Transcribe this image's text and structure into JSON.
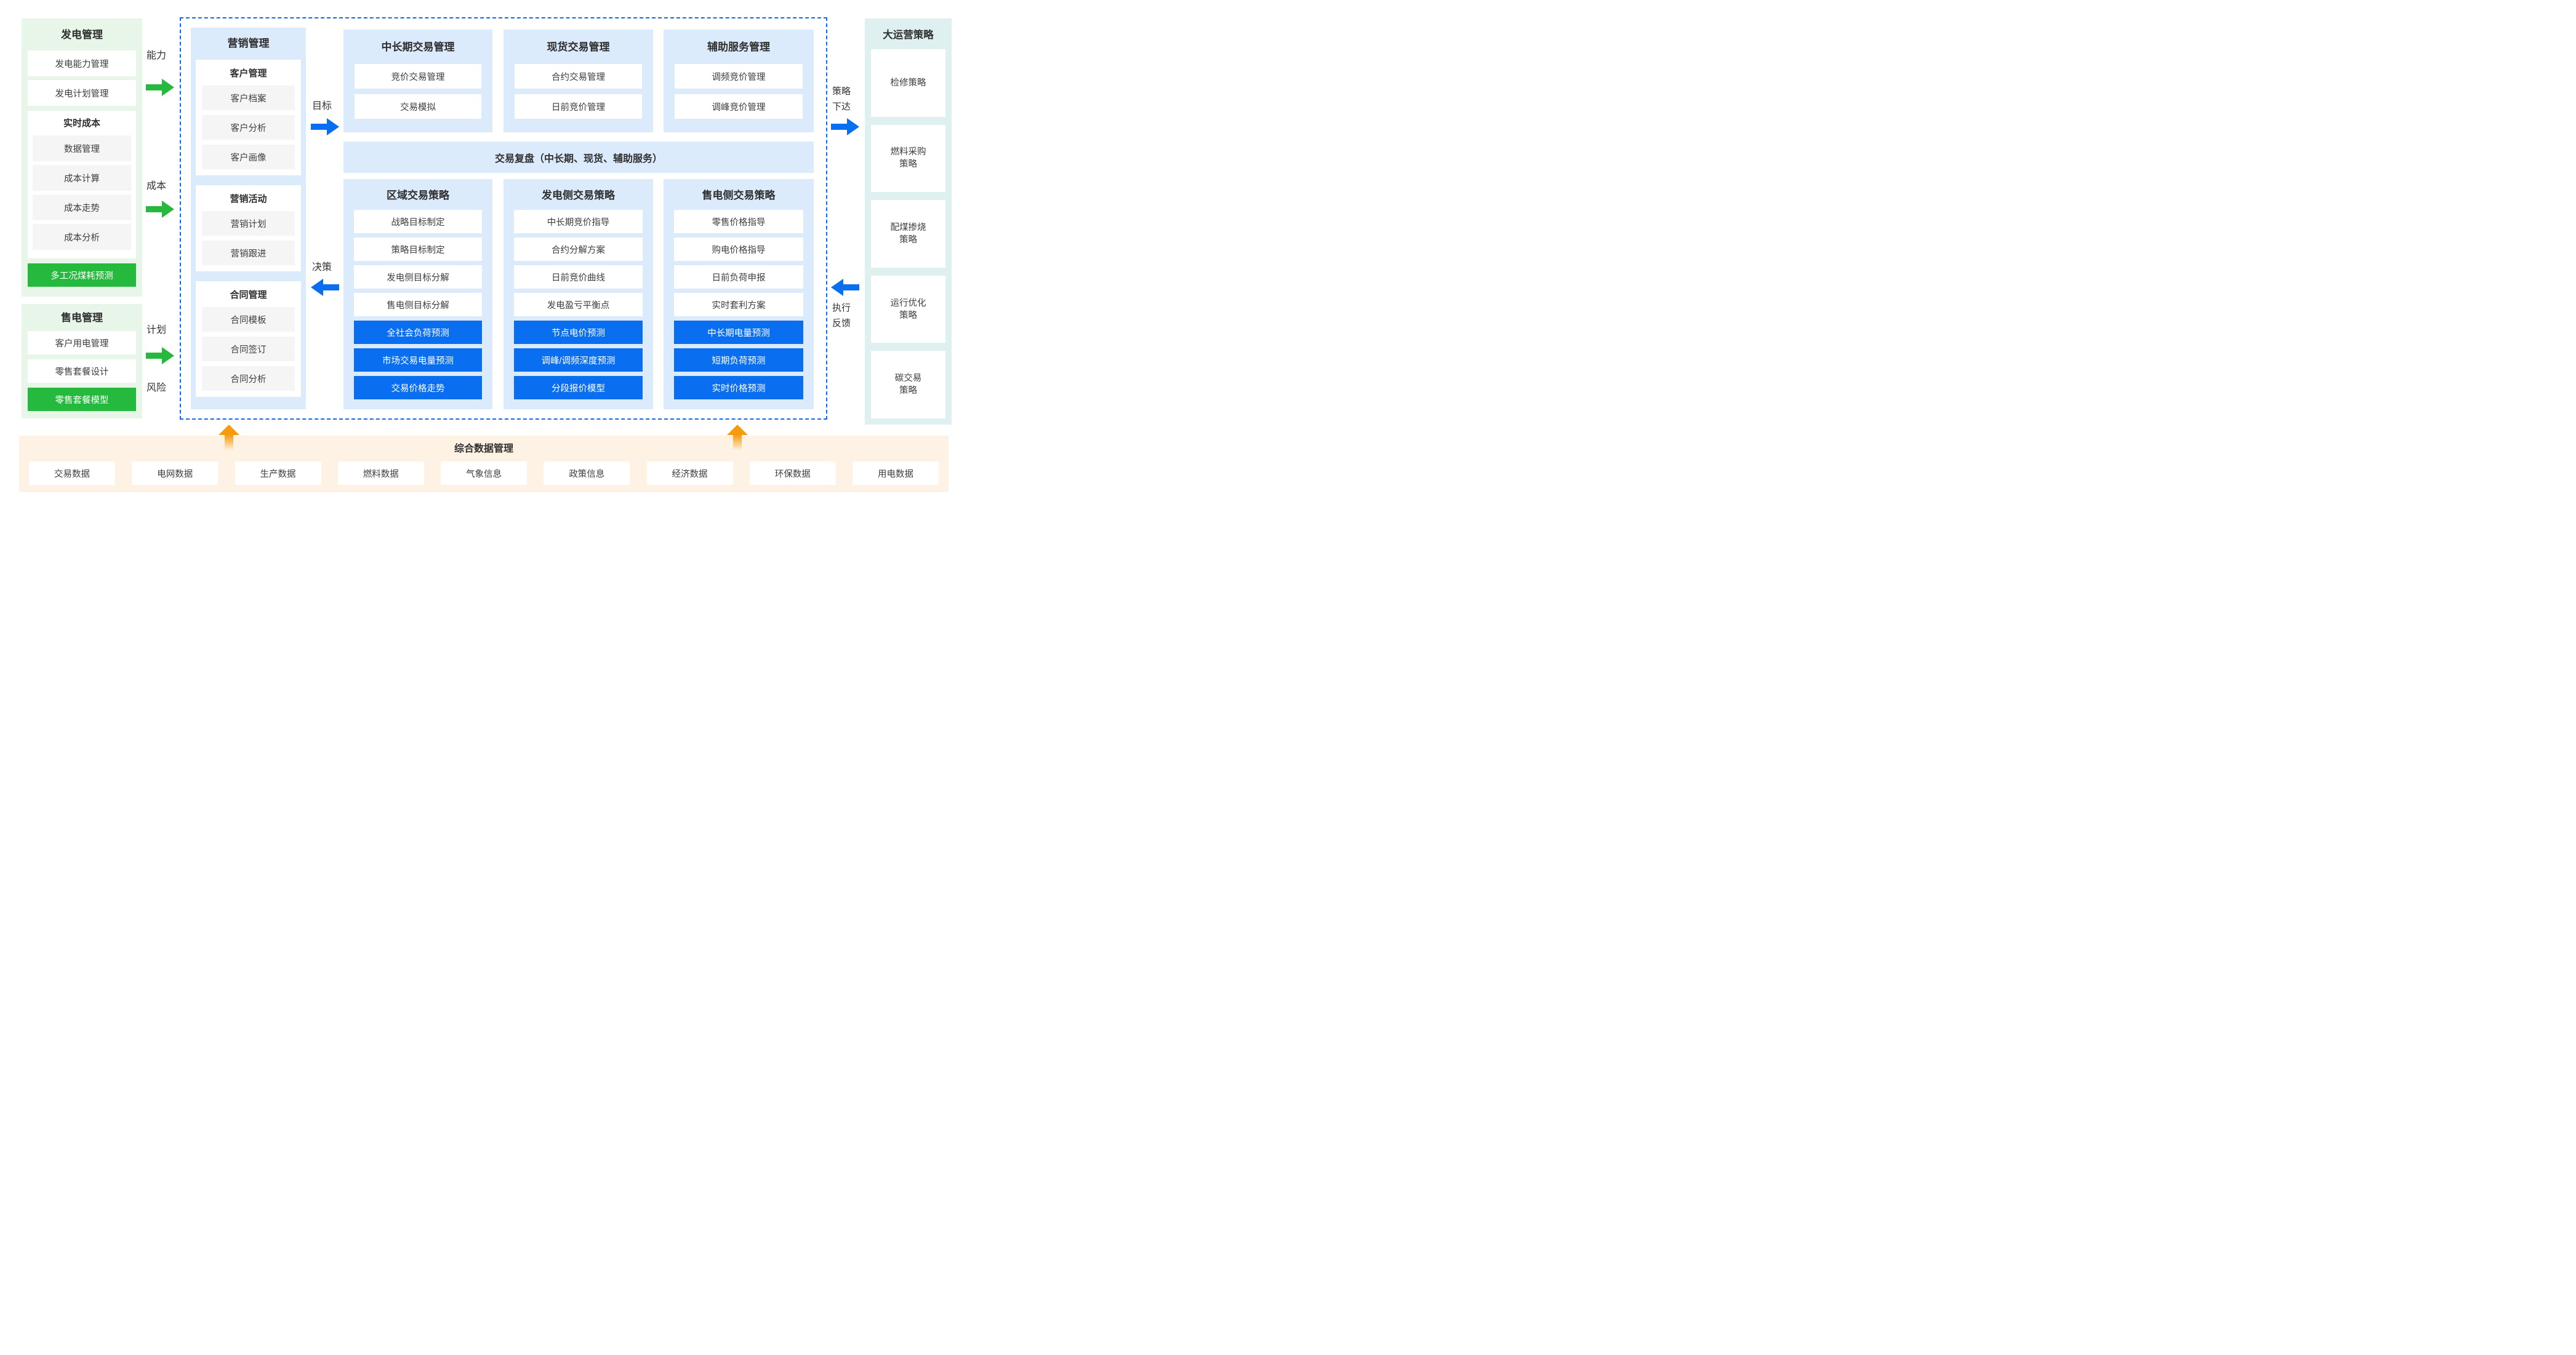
{
  "colors": {
    "green_panel": "#e8f5e9",
    "green_accent": "#25ba3e",
    "blue_panel": "#dcebfc",
    "blue_accent": "#0a6ef0",
    "dashed_border": "#1469e8",
    "cyan_panel": "#def1f0",
    "data_bar": "#fdf2e3",
    "orange_accent": "#f79b0e"
  },
  "left": {
    "gen": {
      "title": "发电管理",
      "items": [
        "发电能力管理",
        "发电计划管理"
      ],
      "sub": {
        "title": "实时成本",
        "items": [
          "数据管理",
          "成本计算",
          "成本走势",
          "成本分析"
        ]
      },
      "highlight": "多工况煤耗预测"
    },
    "sell": {
      "title": "售电管理",
      "items": [
        "客户用电管理",
        "零售套餐设计"
      ],
      "highlight": "零售套餐模型"
    }
  },
  "flow": {
    "ability": "能力",
    "cost": "成本",
    "plan": "计划",
    "risk": "风险",
    "goal": "目标",
    "decision": "决策",
    "dispatch": "策略\n下达",
    "feedback": "执行\n反馈"
  },
  "marketing": {
    "title": "营销管理",
    "groups": [
      {
        "title": "客户管理",
        "items": [
          "客户档案",
          "客户分析",
          "客户画像"
        ]
      },
      {
        "title": "营销活动",
        "items": [
          "营销计划",
          "营销跟进"
        ]
      },
      {
        "title": "合同管理",
        "items": [
          "合同模板",
          "合同签订",
          "合同分析"
        ]
      }
    ]
  },
  "trade_top": [
    {
      "title": "中长期交易管理",
      "items": [
        "竞价交易管理",
        "交易模拟"
      ]
    },
    {
      "title": "现货交易管理",
      "items": [
        "合约交易管理",
        "日前竞价管理"
      ]
    },
    {
      "title": "辅助服务管理",
      "items": [
        "调频竞价管理",
        "调峰竞价管理"
      ]
    }
  ],
  "review_bar": "交易复盘（中长期、现货、辅助服务）",
  "strategy": [
    {
      "title": "区域交易策略",
      "items": [
        "战略目标制定",
        "策略目标制定",
        "发电侧目标分解",
        "售电侧目标分解"
      ],
      "highlights": [
        "全社会负荷预测",
        "市场交易电量预测",
        "交易价格走势"
      ]
    },
    {
      "title": "发电侧交易策略",
      "items": [
        "中长期竞价指导",
        "合约分解方案",
        "日前竞价曲线",
        "发电盈亏平衡点"
      ],
      "highlights": [
        "节点电价预测",
        "调峰/调频深度预测",
        "分段报价模型"
      ]
    },
    {
      "title": "售电侧交易策略",
      "items": [
        "零售价格指导",
        "购电价格指导",
        "日前负荷申报",
        "实时套利方案"
      ],
      "highlights": [
        "中长期电量预测",
        "短期负荷预测",
        "实时价格预测"
      ]
    }
  ],
  "operation": {
    "title": "大运营策略",
    "items": [
      "检修策略",
      "燃料采购\n策略",
      "配煤掺烧\n策略",
      "运行优化\n策略",
      "碳交易\n策略"
    ]
  },
  "databar": {
    "title": "综合数据管理",
    "items": [
      "交易数据",
      "电网数据",
      "生产数据",
      "燃料数据",
      "气象信息",
      "政策信息",
      "经济数据",
      "环保数据",
      "用电数据"
    ]
  }
}
